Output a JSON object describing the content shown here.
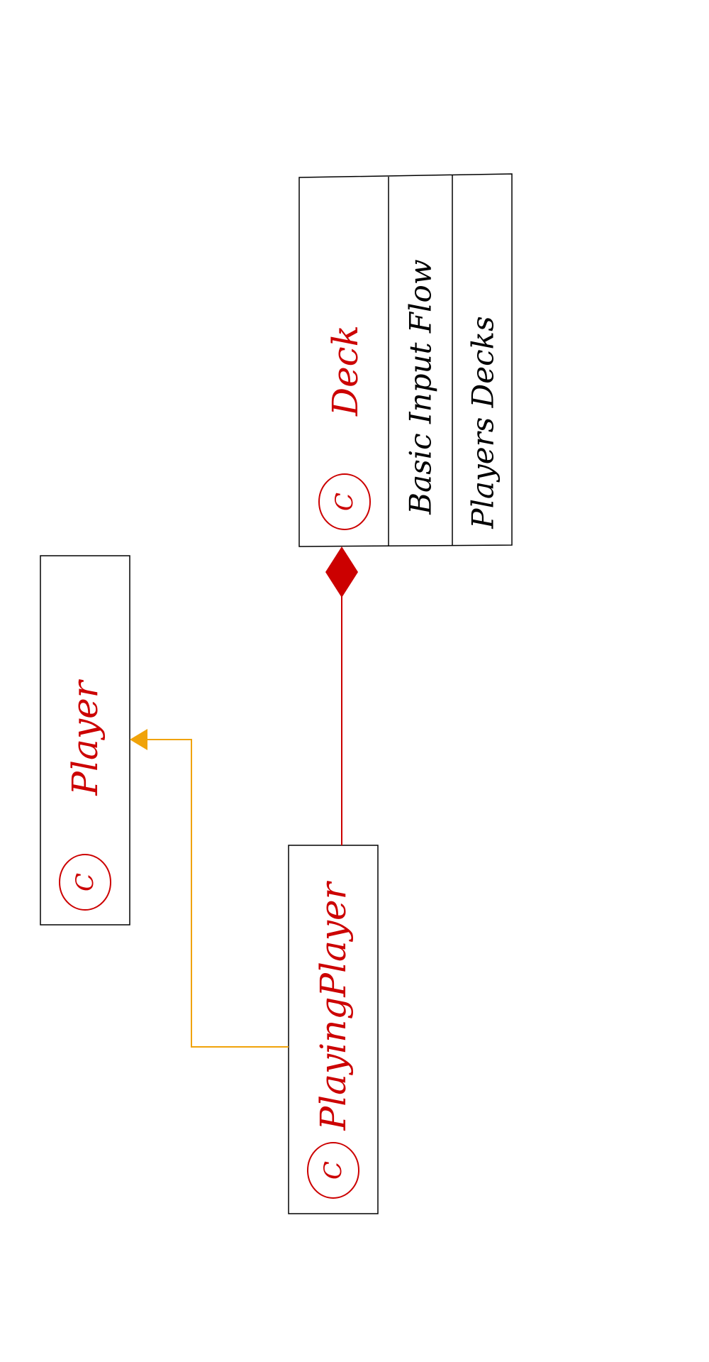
{
  "diagram": {
    "colors": {
      "class_name": "#cc0000",
      "member_text": "#000000",
      "box_stroke": "#000000",
      "composition": "#cc0000",
      "inheritance": "#f0a30a",
      "background": "#ffffff"
    },
    "badge_letter": "C",
    "classes": {
      "player": {
        "name": "Player",
        "members": []
      },
      "playing_player": {
        "name": "PlayingPlayer",
        "members": []
      },
      "deck": {
        "name": "Deck",
        "members": [
          "Basic Input Flow",
          "Players Decks"
        ]
      }
    },
    "relations": [
      {
        "type": "inheritance",
        "from": "PlayingPlayer",
        "to": "Player"
      },
      {
        "type": "composition",
        "from": "PlayingPlayer",
        "to": "Deck"
      }
    ]
  }
}
